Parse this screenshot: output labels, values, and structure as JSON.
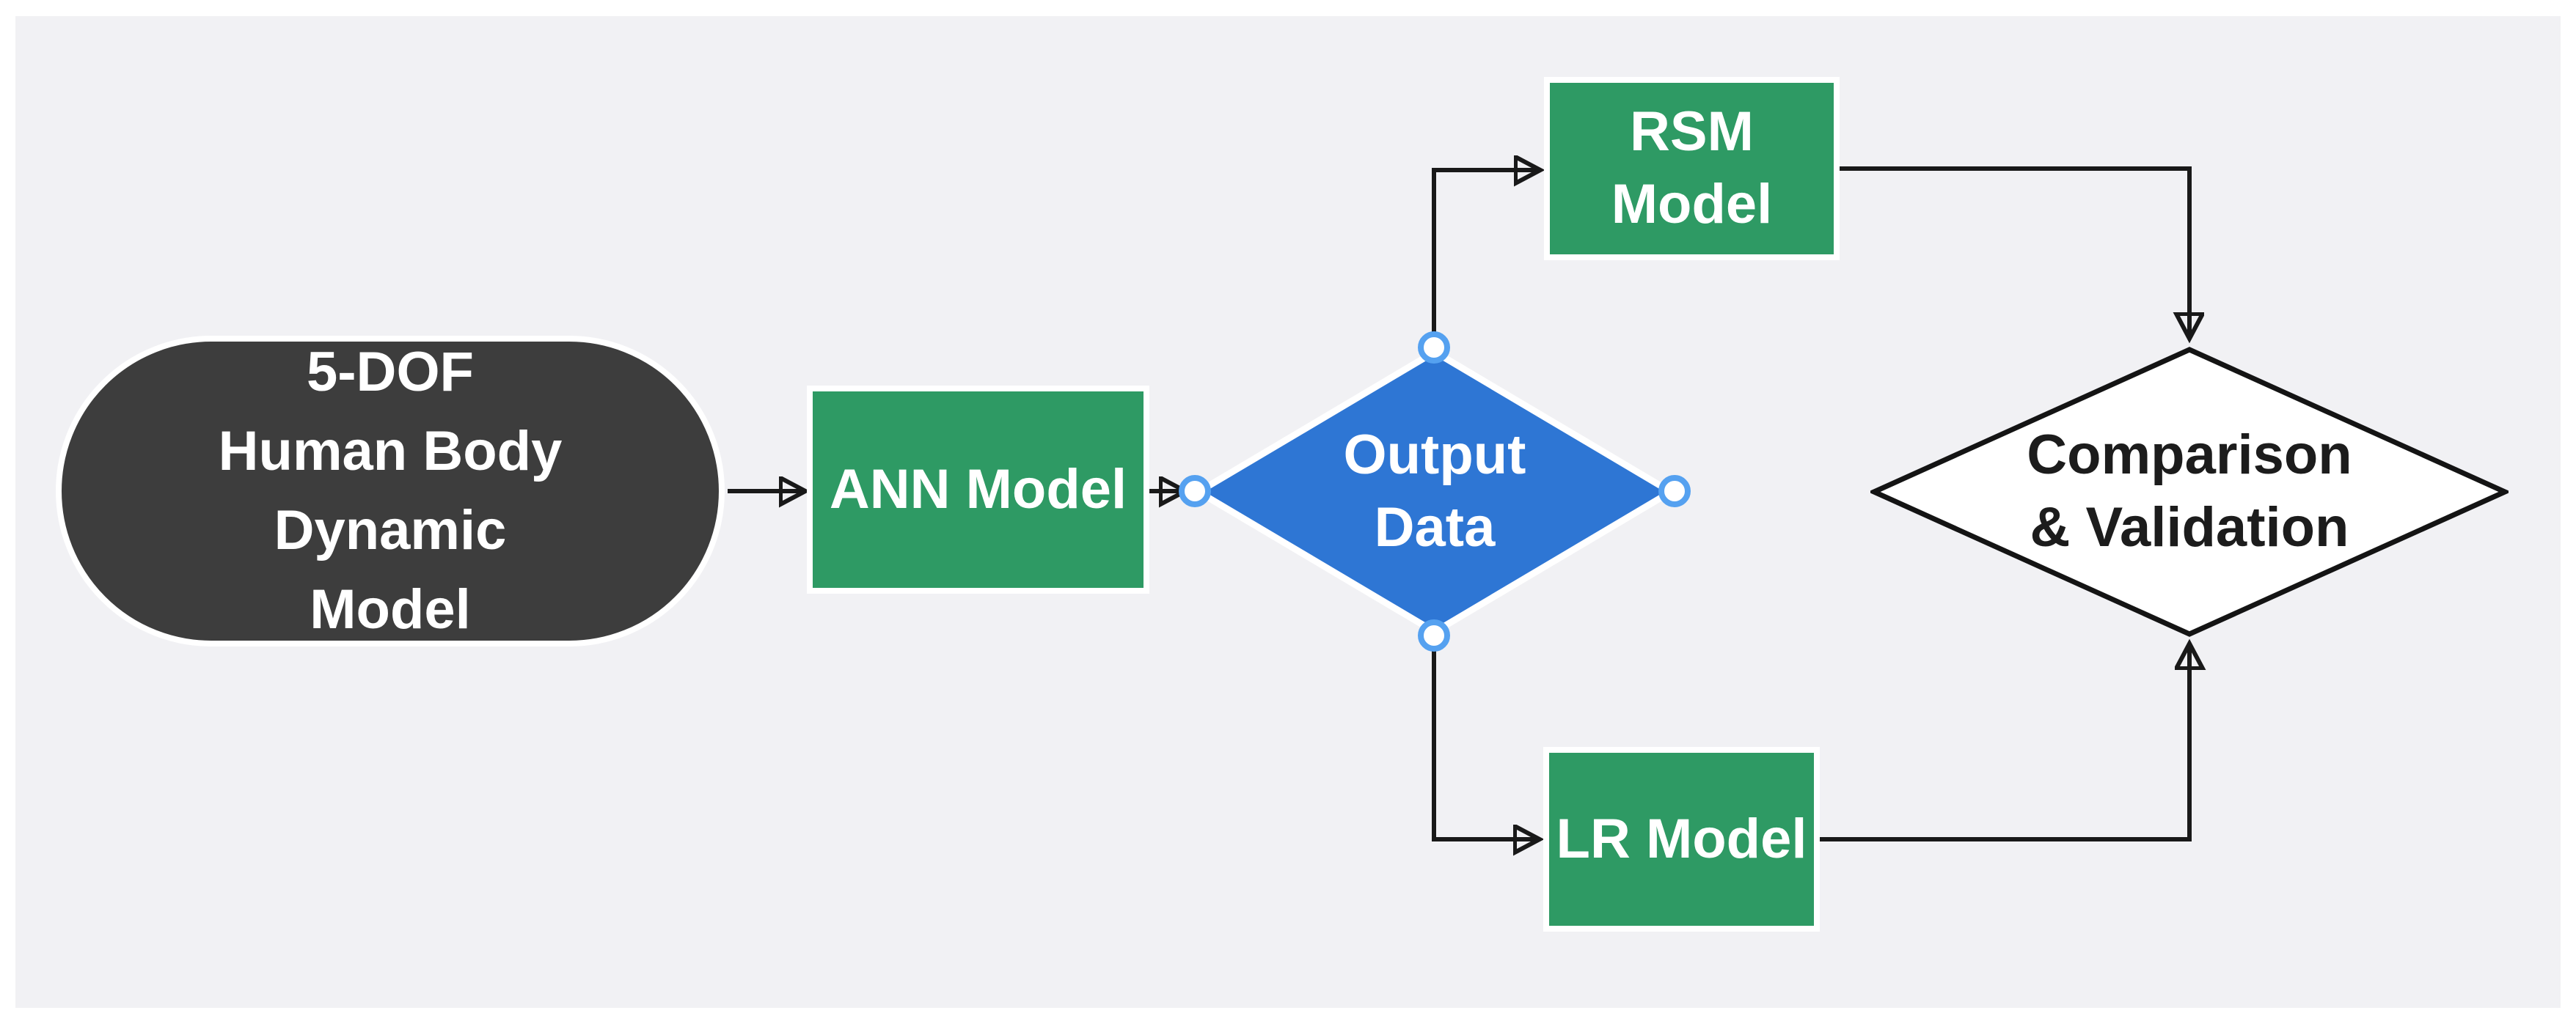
{
  "diagram": {
    "page_background": "#ffffff",
    "canvas_background": "#f1f1f4"
  },
  "colors": {
    "node_dark": "#3d3d3d",
    "node_green": "#2e9a64",
    "node_blue": "#2e76d4",
    "decision_outline": "#141414",
    "connector": "#191919",
    "selection_handle_ring": "#55a1f0",
    "text_light": "#ffffff",
    "text_dark": "#1c1c1c"
  },
  "nodes": {
    "start": {
      "label": "5-DOF\nHuman Body\nDynamic\nModel",
      "shape": "terminator"
    },
    "ann": {
      "label": "ANN Model",
      "shape": "process"
    },
    "output": {
      "label": "Output\nData",
      "shape": "decision",
      "selected": true
    },
    "rsm": {
      "label": "RSM Model",
      "shape": "process"
    },
    "lr": {
      "label": "LR Model",
      "shape": "process"
    },
    "compare": {
      "label": "Comparison\n& Validation",
      "shape": "decision"
    }
  },
  "connectors": [
    {
      "name": "start-to-ann"
    },
    {
      "name": "ann-to-output"
    },
    {
      "name": "output-to-rsm"
    },
    {
      "name": "output-to-lr"
    },
    {
      "name": "rsm-to-compare"
    },
    {
      "name": "lr-to-compare"
    }
  ]
}
